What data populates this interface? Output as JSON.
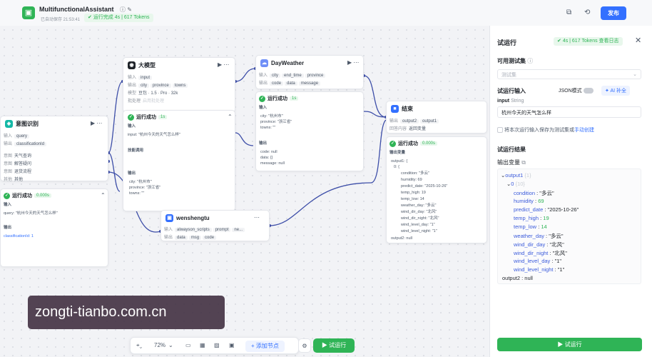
{
  "header": {
    "app_title": "MultifunctionalAssistant",
    "saved_text": "已自动保存 21:53:41",
    "run_status": "运行完成 4s | 617 Tokens",
    "publish_label": "发布"
  },
  "nodes": {
    "intent": {
      "title": "意图识别",
      "input_label": "输入",
      "input_var": "query",
      "output_label": "输出",
      "output_var": "classificationId",
      "options": [
        "天气查询",
        "解答疑问",
        "退货流程",
        "其他"
      ],
      "option_labels": [
        "意图",
        "意图",
        "意图",
        "其他"
      ],
      "run": {
        "label": "运行成功",
        "time": "0.000s",
        "in_label": "输入",
        "in_line": "query: \"杭州今天的天气怎么样\"",
        "out_label": "输出",
        "out_line": "classificationId: 1"
      }
    },
    "llm": {
      "title": "大模型",
      "input_label": "输入",
      "input_var": "input",
      "output_label": "输出",
      "output_vars": [
        "city",
        "province",
        "towns"
      ],
      "model_label": "模型",
      "model": "豆包 · 1.5 · Pro · 32k",
      "batch_label": "批处理",
      "batch": "启用批处理",
      "run": {
        "label": "运行成功",
        "time": "1s",
        "in_label": "输入",
        "in_line": "input: \"杭州今天的天气怎么样\"",
        "skill_label": "技能调用",
        "out_label": "输出",
        "out_lines": [
          "city: \"杭州市\"",
          "province: \"浙江省\"",
          "towns: \"\""
        ]
      }
    },
    "weather": {
      "title": "DayWeather",
      "input_label": "输入",
      "input_vars": [
        "city",
        "end_time",
        "province"
      ],
      "output_label": "输出",
      "output_vars": [
        "code",
        "data",
        "message"
      ],
      "run": {
        "label": "运行成功",
        "time": "1s",
        "in_label": "输入",
        "in_lines": [
          "city: \"杭州市\"",
          "province: \"浙江省\"",
          "towns: \"\""
        ],
        "out_label": "输出",
        "out_lines": [
          "code: null",
          "data: {}",
          "message: null"
        ]
      }
    },
    "wen": {
      "title": "wenshengtu",
      "input_label": "输入",
      "input_vars": [
        "alwayson_scripts",
        "prompt",
        "ne..."
      ],
      "output_label": "输出",
      "output_vars": [
        "data",
        "msg",
        "code"
      ]
    },
    "end": {
      "title": "结束",
      "output_label": "输出",
      "output_vars": [
        "output2",
        "output1"
      ],
      "answer_label": "回答内容",
      "answer": "返回变量",
      "run": {
        "label": "运行成功",
        "time": "0.000s",
        "out_title": "输出变量",
        "lines": [
          "output1: {",
          "0: {",
          "condition: \"多云\"",
          "humidity: 69",
          "predict_date: \"2025-10-26\"",
          "temp_high: 19",
          "temp_low: 14",
          "weather_day: \"多云\"",
          "wind_dir_day: \"北风\"",
          "wind_dir_night: \"北风\"",
          "wind_level_day: \"1\"",
          "wind_level_night: \"1\"",
          "output2: null"
        ]
      }
    }
  },
  "panel": {
    "title": "试运行",
    "badge": "4s | 617 Tokens",
    "log_link": "查看日志",
    "testset_label": "可用测试集",
    "testset_placeholder": "测试集",
    "input_title": "试运行输入",
    "json_mode": "JSON模式",
    "ai_fill": "AI 补全",
    "field_name": "input",
    "field_type": "String",
    "field_value": "杭州今天的天气怎么样",
    "save_text": "将本次运行输入保存为测试集或",
    "manual_link": "手动创建",
    "result_title": "试运行结果",
    "output_vars_label": "输出变量",
    "result": {
      "output1": "output1",
      "output1_count": "{1}",
      "idx0": "0",
      "idx0_count": "{10}",
      "fields": [
        {
          "k": "condition",
          "v": "\"多云\""
        },
        {
          "k": "humidity",
          "v": "69"
        },
        {
          "k": "predict_date",
          "v": "\"2025-10-26\""
        },
        {
          "k": "temp_high",
          "v": "19"
        },
        {
          "k": "temp_low",
          "v": "14"
        },
        {
          "k": "weather_day",
          "v": "\"多云\""
        },
        {
          "k": "wind_dir_day",
          "v": "\"北风\""
        },
        {
          "k": "wind_dir_night",
          "v": "\"北风\""
        },
        {
          "k": "wind_level_day",
          "v": "\"1\""
        },
        {
          "k": "wind_level_night",
          "v": "\"1\""
        }
      ],
      "output2": "output2 : null"
    },
    "run_button": "试运行"
  },
  "bottom": {
    "zoom": "72%",
    "add_node": "添加节点",
    "run_button": "试运行"
  },
  "watermark": "zongti-tianbo.com.cn",
  "colors": {
    "accent": "#3370ff",
    "success": "#2fb456"
  }
}
